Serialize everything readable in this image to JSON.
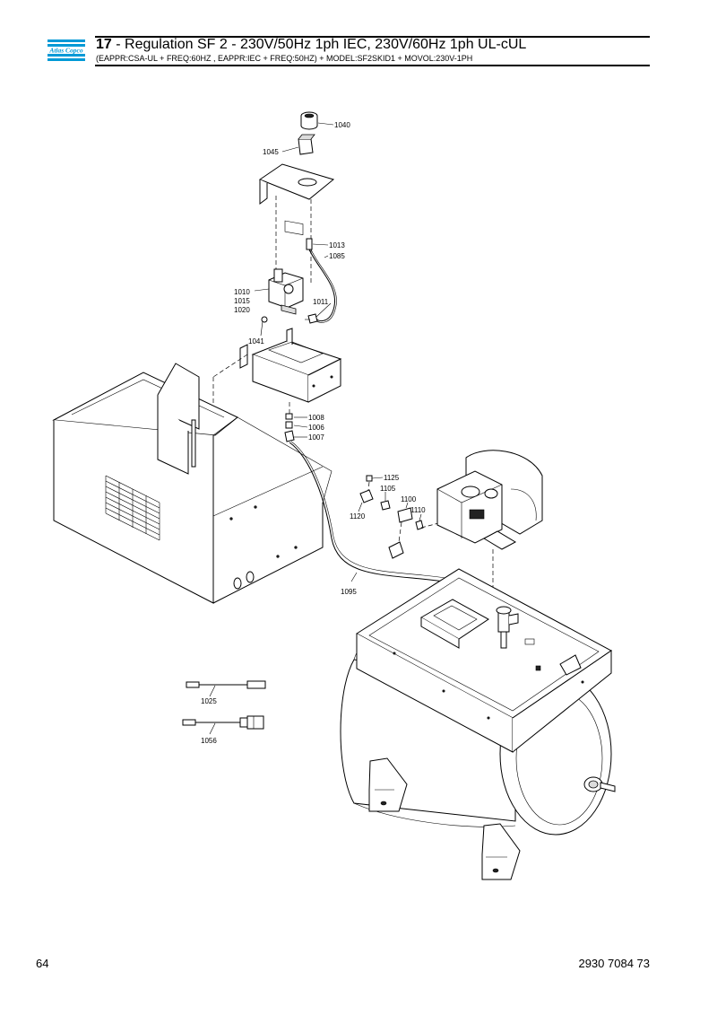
{
  "header": {
    "logo_text": "Atlas Copco",
    "logo_color": "#0099d6",
    "section_number": "17",
    "title_rest": " - Regulation SF 2 - 230V/50Hz 1ph IEC, 230V/60Hz 1ph UL-cUL",
    "subtitle": "(EAPPR:CSA-UL + FREQ:60HZ , EAPPR:IEC + FREQ:50HZ) + MODEL:SF2SKID1 + MOVOL:230V-1PH"
  },
  "callouts": {
    "p1040": "1040",
    "p1045": "1045",
    "p1013": "1013",
    "p1085": "1085",
    "p1010": "1010",
    "p1015": "1015",
    "p1020": "1020",
    "p1011": "1011",
    "p1041": "1041",
    "p1008": "1008",
    "p1006": "1006",
    "p1007": "1007",
    "p1125": "1125",
    "p1105": "1105",
    "p1100": "1100",
    "p1110": "1110",
    "p1120": "1120",
    "p1095": "1095",
    "p1025": "1025",
    "p1056": "1056"
  },
  "footer": {
    "page_number": "64",
    "document_number": "2930 7084 73"
  }
}
